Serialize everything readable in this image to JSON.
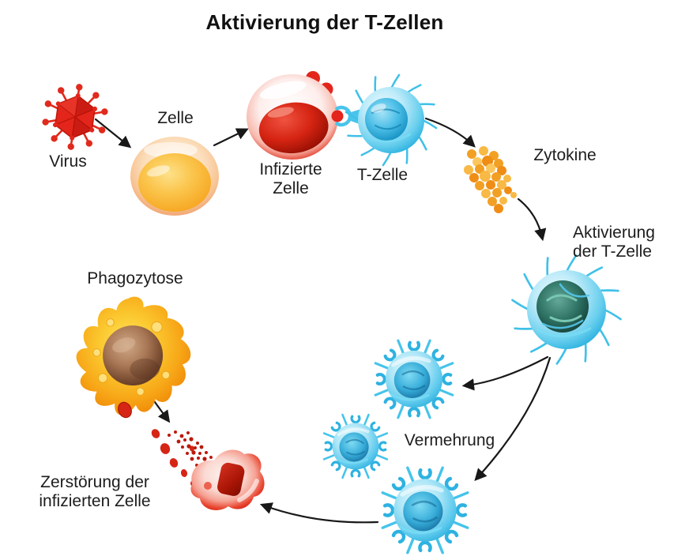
{
  "title": "Aktivierung der T-Zellen",
  "labels": {
    "virus": "Virus",
    "zelle": "Zelle",
    "infizierte_zelle": "Infizierte\nZelle",
    "t_zelle": "T-Zelle",
    "zytokine": "Zytokine",
    "aktivierung": "Aktivierung\nder T-Zelle",
    "vermehrung": "Vermehrung",
    "phagozytose": "Phagozytose",
    "zerstoerung": "Zerstörung der\ninfizierten Zelle"
  },
  "icons": {
    "virus": "red-virus-icon",
    "healthy_cell": "yellow-cell-icon",
    "infected_cell": "infected-cell-icon",
    "t_cell": "t-cell-icon",
    "cytokines": "cytokine-dots-icon",
    "activated_t_cell": "activated-t-cell-icon",
    "clone_cells": "t-cell-clones-icon",
    "macrophage": "macrophage-icon",
    "destroyed_cell": "destroyed-cell-icon",
    "arrows": "black-curved-arrows"
  },
  "colors": {
    "background": "#ffffff",
    "text": "#1d1d1d",
    "virus_red": "#e02a1d",
    "cell_yellow": "#f8b637",
    "cell_rim_peach": "#f3a97c",
    "infected_red": "#d62413",
    "t_cell_blue": "#45c1e8",
    "activated_nucleus_teal": "#2f7365",
    "cytokine_orange": "#f2a024",
    "macrophage_orange": "#f9a81a",
    "macrophage_nucleus_brown": "#7c4e33",
    "debris_red": "#bb190c",
    "arrow_black": "#181818"
  }
}
